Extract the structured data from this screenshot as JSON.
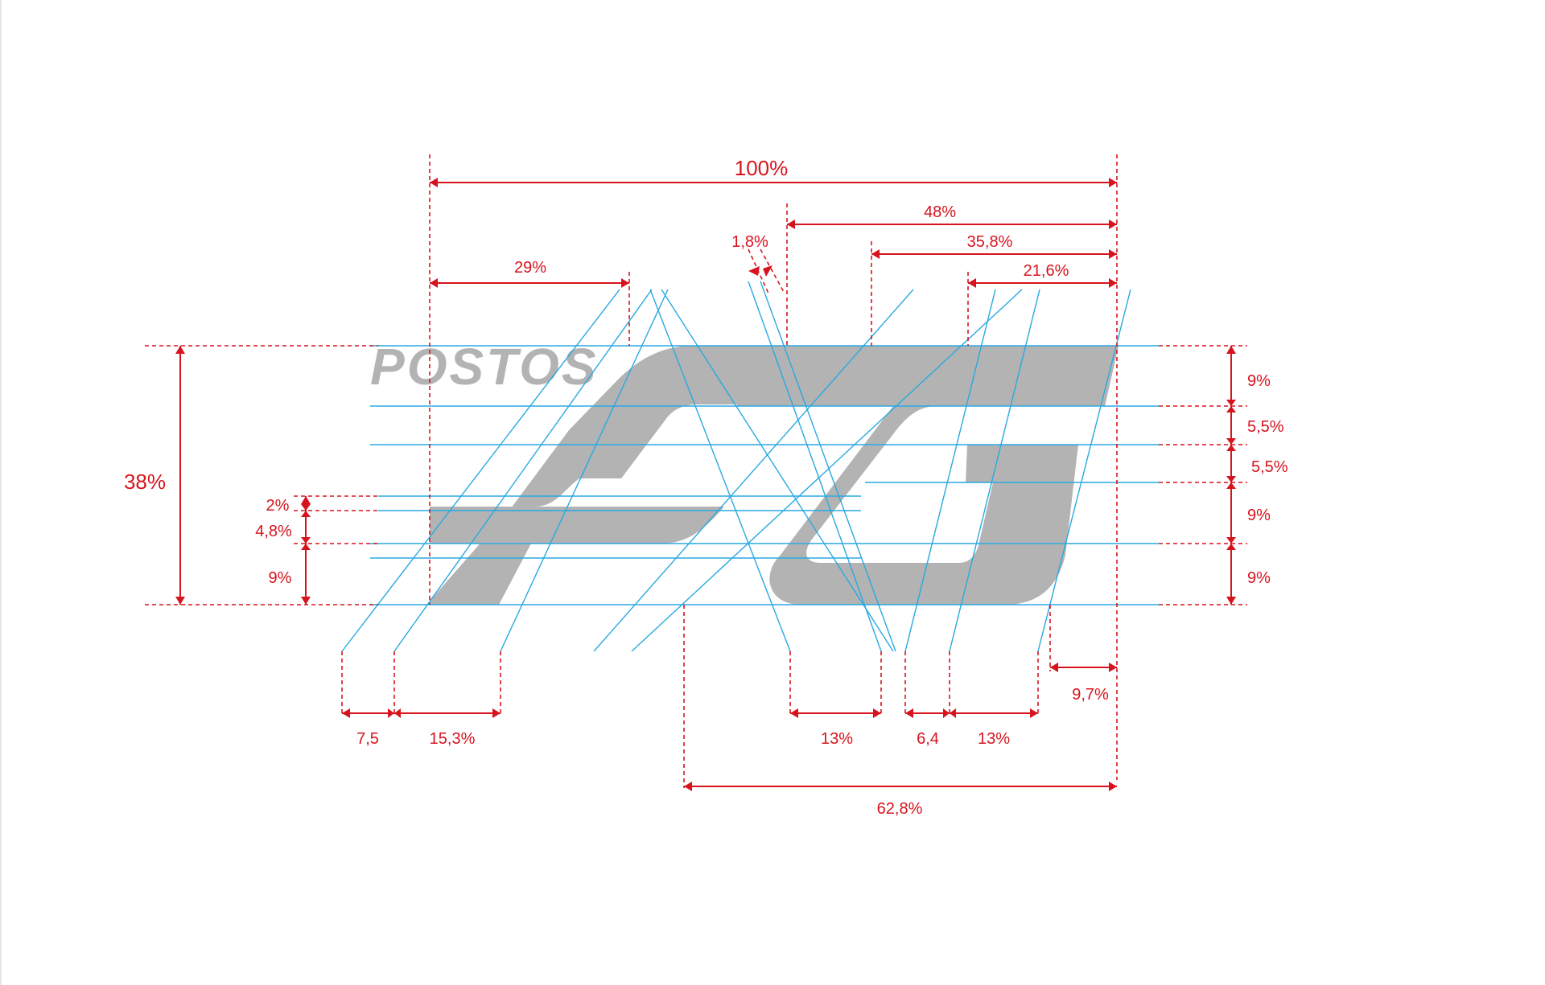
{
  "logo": {
    "wordmark": "POSTOS",
    "fill_color": "#b3b3b3"
  },
  "colors": {
    "dimension": "#d7141e",
    "guide": "#29a9e1"
  },
  "dimensions": {
    "total_width": "100%",
    "height": "38%",
    "right_48": "48%",
    "right_35_8": "35,8%",
    "right_21_6": "21,6%",
    "slant_gap": "1,8%",
    "left_29": "29%",
    "right_stack": [
      "9%",
      "5,5%",
      "5,5%",
      "9%",
      "9%"
    ],
    "left_stack": [
      "2%",
      "4,8%",
      "9%"
    ],
    "bottom_7_5": "7,5",
    "bottom_15_3": "15,3%",
    "bottom_13_a": "13%",
    "bottom_6_4": "6,4",
    "bottom_13_b": "13%",
    "right_9_7": "9,7%",
    "bottom_62_8": "62,8%"
  }
}
